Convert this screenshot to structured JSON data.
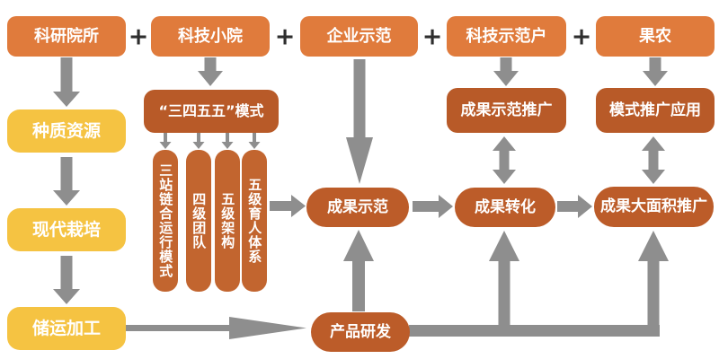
{
  "colors": {
    "top": "#E07B3C",
    "dark": "#B85A28",
    "bar": "#C2652F",
    "pill": "#BC5C29",
    "yellow": "#F5C342",
    "arrow": "#8E8E8E",
    "plus": "#2E2E2E",
    "text": "#FFFFFF"
  },
  "top_row": {
    "separator": "+",
    "items": [
      {
        "label": "科研院所"
      },
      {
        "label": "科技小院"
      },
      {
        "label": "企业示范"
      },
      {
        "label": "科技示范户"
      },
      {
        "label": "果农"
      }
    ]
  },
  "left_chain": {
    "items": [
      {
        "label": "种质资源"
      },
      {
        "label": "现代栽培"
      },
      {
        "label": "储运加工"
      }
    ]
  },
  "mode": {
    "label": "“三四五五”模式",
    "bars": [
      {
        "label": "三站链合运行模式"
      },
      {
        "label": "四级团队"
      },
      {
        "label": "五级架构"
      },
      {
        "label": "五级育人体系"
      }
    ]
  },
  "flow": {
    "demonstration": "成果示范",
    "product_rd": "产品研发",
    "transform": "成果转化",
    "large_area": "成果大面积推广",
    "demo_promotion": "成果示范推广",
    "mode_application": "模式推广应用"
  }
}
